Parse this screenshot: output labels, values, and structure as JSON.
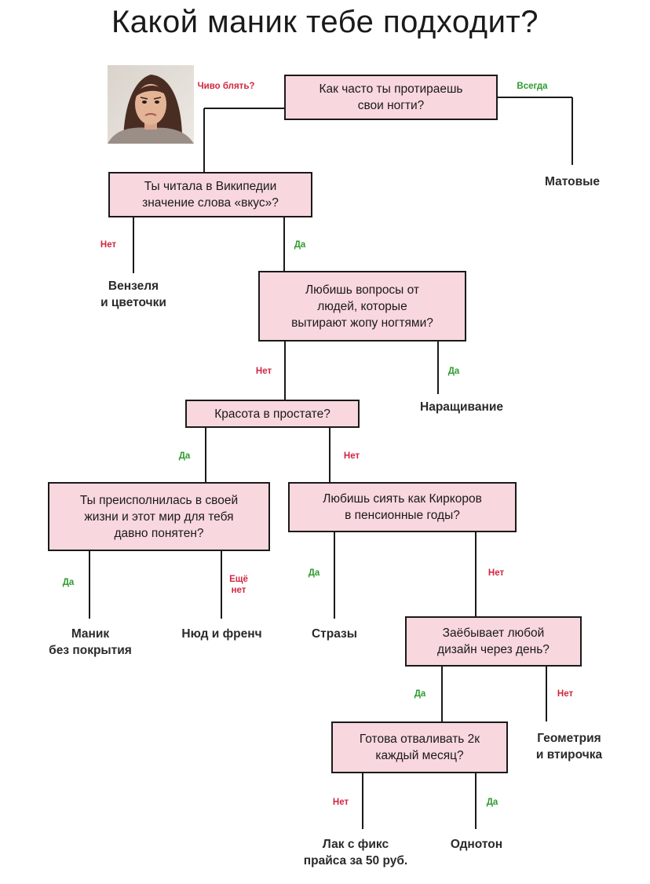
{
  "title": "Какой маник тебе подходит?",
  "photo": {
    "icon": "woman-confused-face-icon"
  },
  "colors": {
    "box_fill": "#f9d7de",
    "yes": "#2e9a2e",
    "no": "#d0263f",
    "line": "#1a1a1a"
  },
  "questions": {
    "q1": [
      "Как часто ты протираешь",
      "свои ногти?"
    ],
    "q2": [
      "Ты читала в Википедии",
      "значение слова «вкус»?"
    ],
    "q3": [
      "Любишь вопросы от",
      "людей, которые",
      "вытирают жопу ногтями?"
    ],
    "q4": [
      "Красота в простате?"
    ],
    "q5": [
      "Ты преисполнилась в своей",
      "жизни и этот мир для тебя",
      "давно понятен?"
    ],
    "q6": [
      "Любишь сиять как Киркоров",
      "в пенсионные годы?"
    ],
    "q7": [
      "Заёбывает любой",
      "дизайн через день?"
    ],
    "q8": [
      "Готова отваливать 2к",
      "каждый месяц?"
    ]
  },
  "answers": {
    "matte": [
      "Матовые"
    ],
    "monograms": [
      "Вензеля",
      "и цветочки"
    ],
    "extension": [
      "Наращивание"
    ],
    "no_coating": [
      "Маник",
      "без покрытия"
    ],
    "nude_french": [
      "Нюд и френч"
    ],
    "rhinestones": [
      "Стразы"
    ],
    "geometry": [
      "Геометрия",
      "и втирочка"
    ],
    "gel_polish": [
      "Лак с фикс",
      "прайса за 50 руб."
    ],
    "solid": [
      "Однотон"
    ]
  },
  "labels": {
    "q1_left": "Чиво блять?",
    "q1_right": "Всегда",
    "q2_no": "Нет",
    "q2_yes": "Да",
    "q3_no": "Нет",
    "q3_yes": "Да",
    "q4_yes": "Да",
    "q4_no": "Нет",
    "q5_yes": "Да",
    "q5_more": [
      "Ещё",
      "нет"
    ],
    "q6_yes": "Да",
    "q6_no": "Нет",
    "q7_yes": "Да",
    "q7_no": "Нет",
    "q8_no": "Нет",
    "q8_yes": "Да"
  }
}
